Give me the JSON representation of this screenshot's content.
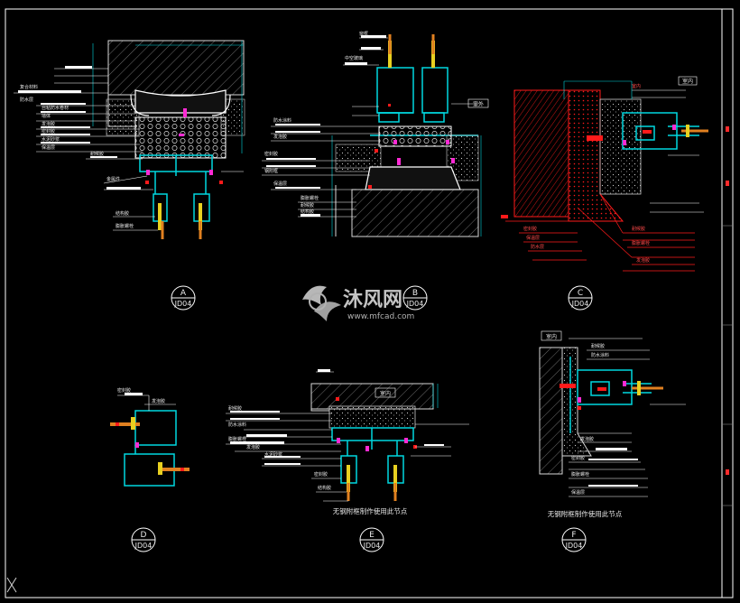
{
  "drawing": {
    "sheet_code": "JD04",
    "details": [
      {
        "id": "A",
        "sheet": "JD04"
      },
      {
        "id": "B",
        "sheet": "JD04"
      },
      {
        "id": "C",
        "sheet": "JD04"
      },
      {
        "id": "D",
        "sheet": "JD04"
      },
      {
        "id": "E",
        "sheet": "JD04"
      },
      {
        "id": "F",
        "sheet": "JD04"
      }
    ],
    "notes": {
      "e_caption": "无钢附框制作使用此节点",
      "f_caption": "无钢附框制作使用此节点",
      "b_marker": "室外",
      "c_marker": "室内",
      "e_marker": "室内",
      "f_marker": "室内"
    },
    "leader_labels": {
      "a": [
        "复合材料",
        "防水层",
        "自粘防水卷材",
        "墙体",
        "发泡胶",
        "密封胶",
        "水泥砂浆",
        "保温层",
        "耐候胶",
        "金属件",
        "结构胶",
        "膨胀螺栓"
      ],
      "b": [
        "窗框",
        "中空玻璃",
        "防水涂料",
        "发泡胶",
        "密封胶",
        "钢附框",
        "保温层",
        "膨胀螺栓",
        "耐候胶",
        "结构胶"
      ],
      "c": [
        "室内",
        "密封胶",
        "保温层",
        "防水层",
        "耐候胶",
        "膨胀螺栓",
        "发泡胶"
      ],
      "d": [
        "密封胶",
        "发泡胶"
      ],
      "e": [
        "耐候胶",
        "防水涂料",
        "膨胀螺栓",
        "发泡胶",
        "水泥砂浆",
        "密封胶",
        "结构胶"
      ],
      "f": [
        "耐候胶",
        "防水涂料",
        "发泡胶",
        "密封胶",
        "膨胀螺栓",
        "保温层"
      ]
    }
  },
  "watermark": {
    "brand_cn": "沐风网",
    "url": "www.mfcad.com"
  },
  "colors": {
    "background": "#000000",
    "frame": "#ffffff",
    "cyan": "#00d8e0",
    "red": "#ff1a1a",
    "yellow": "#e8d020",
    "magenta": "#ff2ad4",
    "orange": "#e08020",
    "gray": "#bdbdbd"
  }
}
